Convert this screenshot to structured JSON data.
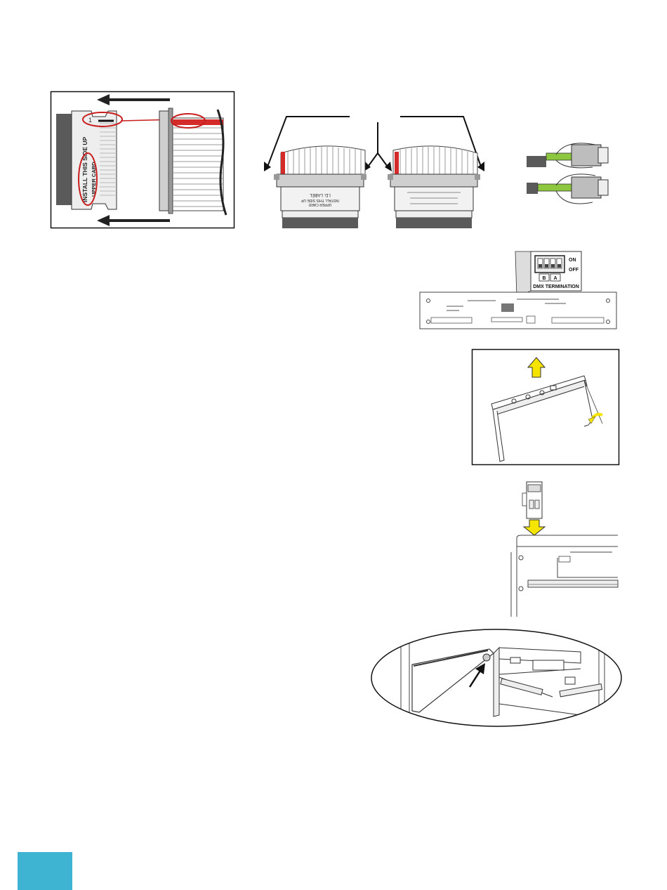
{
  "figure1": {
    "card_label_1": "INSTALL THIS SIDE UP",
    "card_label_2": "UPPER CARD"
  },
  "figure2": {
    "module_label_1": "I.D. LABEL",
    "module_label_2": "INSTALL THIS SIDE UP",
    "module_label_3": "UPPER CARD"
  },
  "figure4": {
    "switch_on": "ON",
    "switch_off": "OFF",
    "switch_b": "B",
    "switch_a": "A",
    "termination_label": "DMX TERMINATION"
  },
  "colors": {
    "ribbon_stripe": "#d42a2a",
    "highlight_circle": "#c81e1e",
    "connector_dark": "#5a5a5a",
    "wire_green": "#8dc63f",
    "arrow_yellow": "#f5e400",
    "page_tab": "#3fb3d2"
  }
}
